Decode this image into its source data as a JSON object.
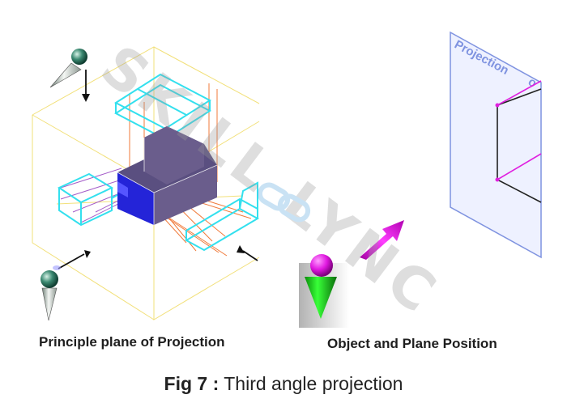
{
  "figure": {
    "left_caption": "Principle plane of Projection",
    "right_caption": "Object and Plane Position",
    "fig_label": "Fig 7 :",
    "fig_text": " Third angle projection",
    "plane_label": "Projection",
    "plane_label_partial": "o",
    "watermark": "SKILL LYNC"
  },
  "colors": {
    "cyan_box": "#33e0ee",
    "orange_lines": "#f07a3a",
    "yellow_lines": "#f2e07a",
    "purple_lines": "#a45cc8",
    "blue_face": "#2424d8",
    "slate_face": "#6a5d8c",
    "magenta": "#e020e0",
    "green_cone": "#1fd81f",
    "plane_fill": "#eef1ff",
    "plane_border": "#7f93e0"
  }
}
